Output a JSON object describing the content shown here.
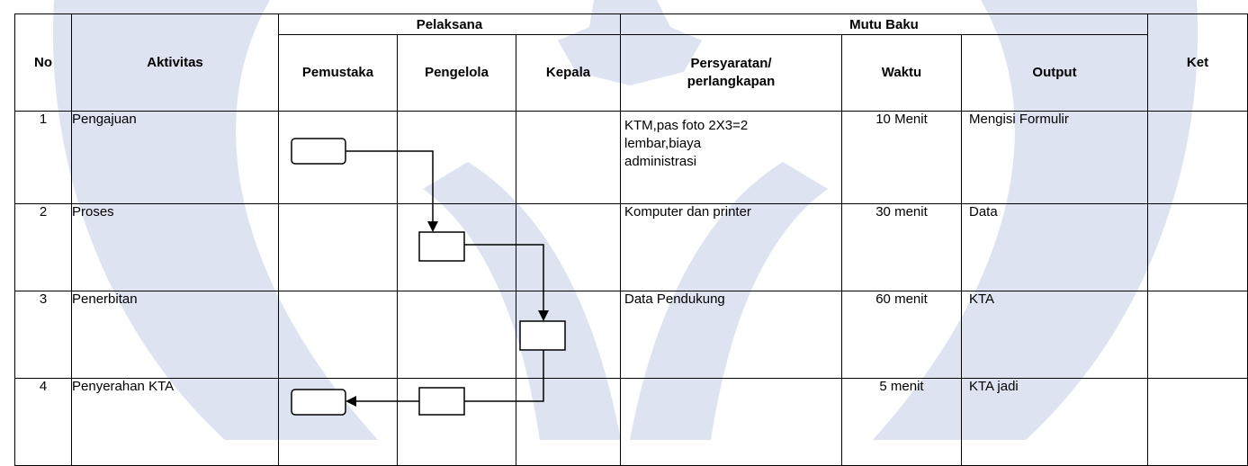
{
  "header": {
    "no": "No",
    "aktivitas": "Aktivitas",
    "pelaksana": "Pelaksana",
    "mutu_baku": "Mutu Baku",
    "ket": "Ket",
    "pemustaka": "Pemustaka",
    "pengelola": "Pengelola",
    "kepala": "Kepala",
    "persyaratan_line1": "Persyaratan/",
    "persyaratan_line2": "perlangkapan",
    "waktu": "Waktu",
    "output": "Output"
  },
  "rows": [
    {
      "no": "1",
      "aktivitas": "Pengajuan",
      "persyaratan_line1": "KTM,pas foto 2X3=2",
      "persyaratan_line2": "lembar,biaya",
      "persyaratan_line3": "administrasi",
      "waktu": "10 Menit",
      "output": "Mengisi Formulir",
      "ket": ""
    },
    {
      "no": "2",
      "aktivitas": "Proses",
      "persyaratan": "Komputer dan printer",
      "waktu": "30 menit",
      "output": "Data",
      "ket": ""
    },
    {
      "no": "3",
      "aktivitas": "Penerbitan",
      "persyaratan": "Data Pendukung",
      "waktu": "60 menit",
      "output": "KTA",
      "ket": ""
    },
    {
      "no": "4",
      "aktivitas": "Penyerahan KTA",
      "persyaratan": "",
      "waktu": "5 menit",
      "output": "KTA jadi",
      "ket": ""
    }
  ],
  "flow": {
    "nodes": [
      "start-terminator",
      "proses-box",
      "penerbitan-box",
      "penyerahan-box",
      "end-terminator"
    ],
    "line_color": "#000000"
  },
  "watermark_color": "#d8dff0"
}
